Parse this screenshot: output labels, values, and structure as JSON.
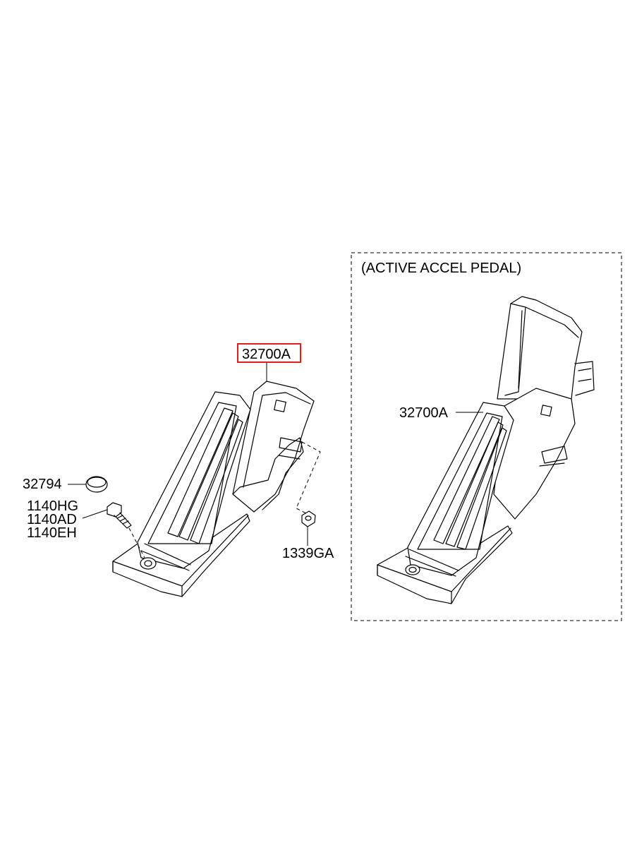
{
  "labels": {
    "main_pedal_part": "32700A",
    "cap_part": "32794",
    "bolt_part_1": "1140HG",
    "bolt_part_2": "1140AD",
    "bolt_part_3": "1140EH",
    "nut_part": "1339GA",
    "inset_title": "(ACTIVE ACCEL PEDAL)",
    "inset_pedal_part": "32700A"
  },
  "colors": {
    "highlight_box": "#e0201c",
    "line": "#000000"
  }
}
